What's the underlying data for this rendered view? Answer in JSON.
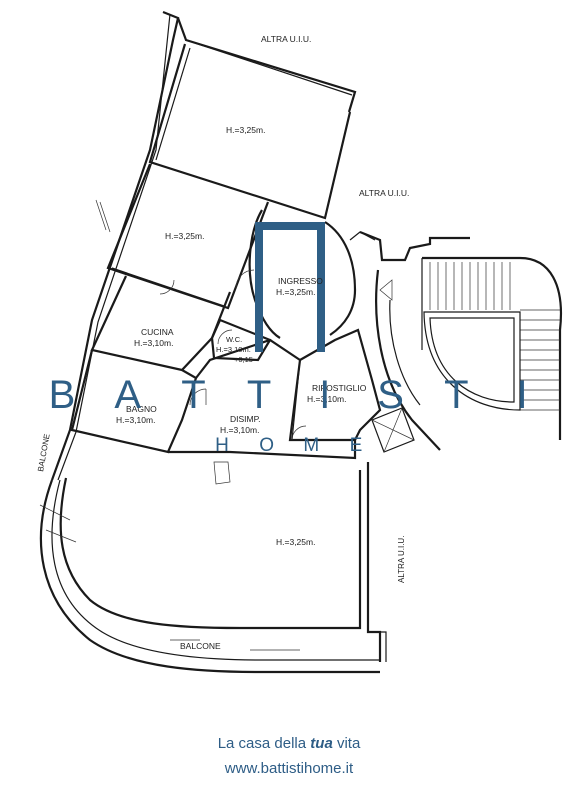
{
  "rooms": {
    "top_room": "H.=3,25m.",
    "second_room": "H.=3,25m.",
    "ingresso_name": "INGRESSO",
    "ingresso_height": "H.=3,25m.",
    "cucina_name": "CUCINA",
    "cucina_height": "H.=3,10m.",
    "wc_name": "W.C.",
    "wc_height": "H.=3,10m.",
    "wc_step": "+0,15",
    "bagno_name": "BAGNO",
    "bagno_height": "H.=3,10m.",
    "disimp_name": "DISIMP.",
    "disimp_height": "H.=3,10m.",
    "ripostiglio_name": "RIPOSTIGLIO",
    "ripostiglio_height": "H.=3,10m.",
    "living_room": "H.=3,25m."
  },
  "neighbours": {
    "top": "ALTRA U.I.U.",
    "right": "ALTRA U.I.U.",
    "right_vertical": "ALTRA U.I.U."
  },
  "balconies": {
    "left": "BALCONE",
    "bottom": "BALCONE"
  },
  "watermark": {
    "letters": [
      "B",
      "A",
      "T",
      "T",
      "I",
      "S",
      "T",
      "I"
    ],
    "subtitle_letters": [
      "H",
      "O",
      "M",
      "E"
    ],
    "color": "#2f5f86"
  },
  "footer": {
    "tagline_prefix": "La casa della ",
    "tagline_emphasis": "tua",
    "tagline_suffix": " vita",
    "website": "www.battistihome.it",
    "color": "#2e5d86"
  }
}
